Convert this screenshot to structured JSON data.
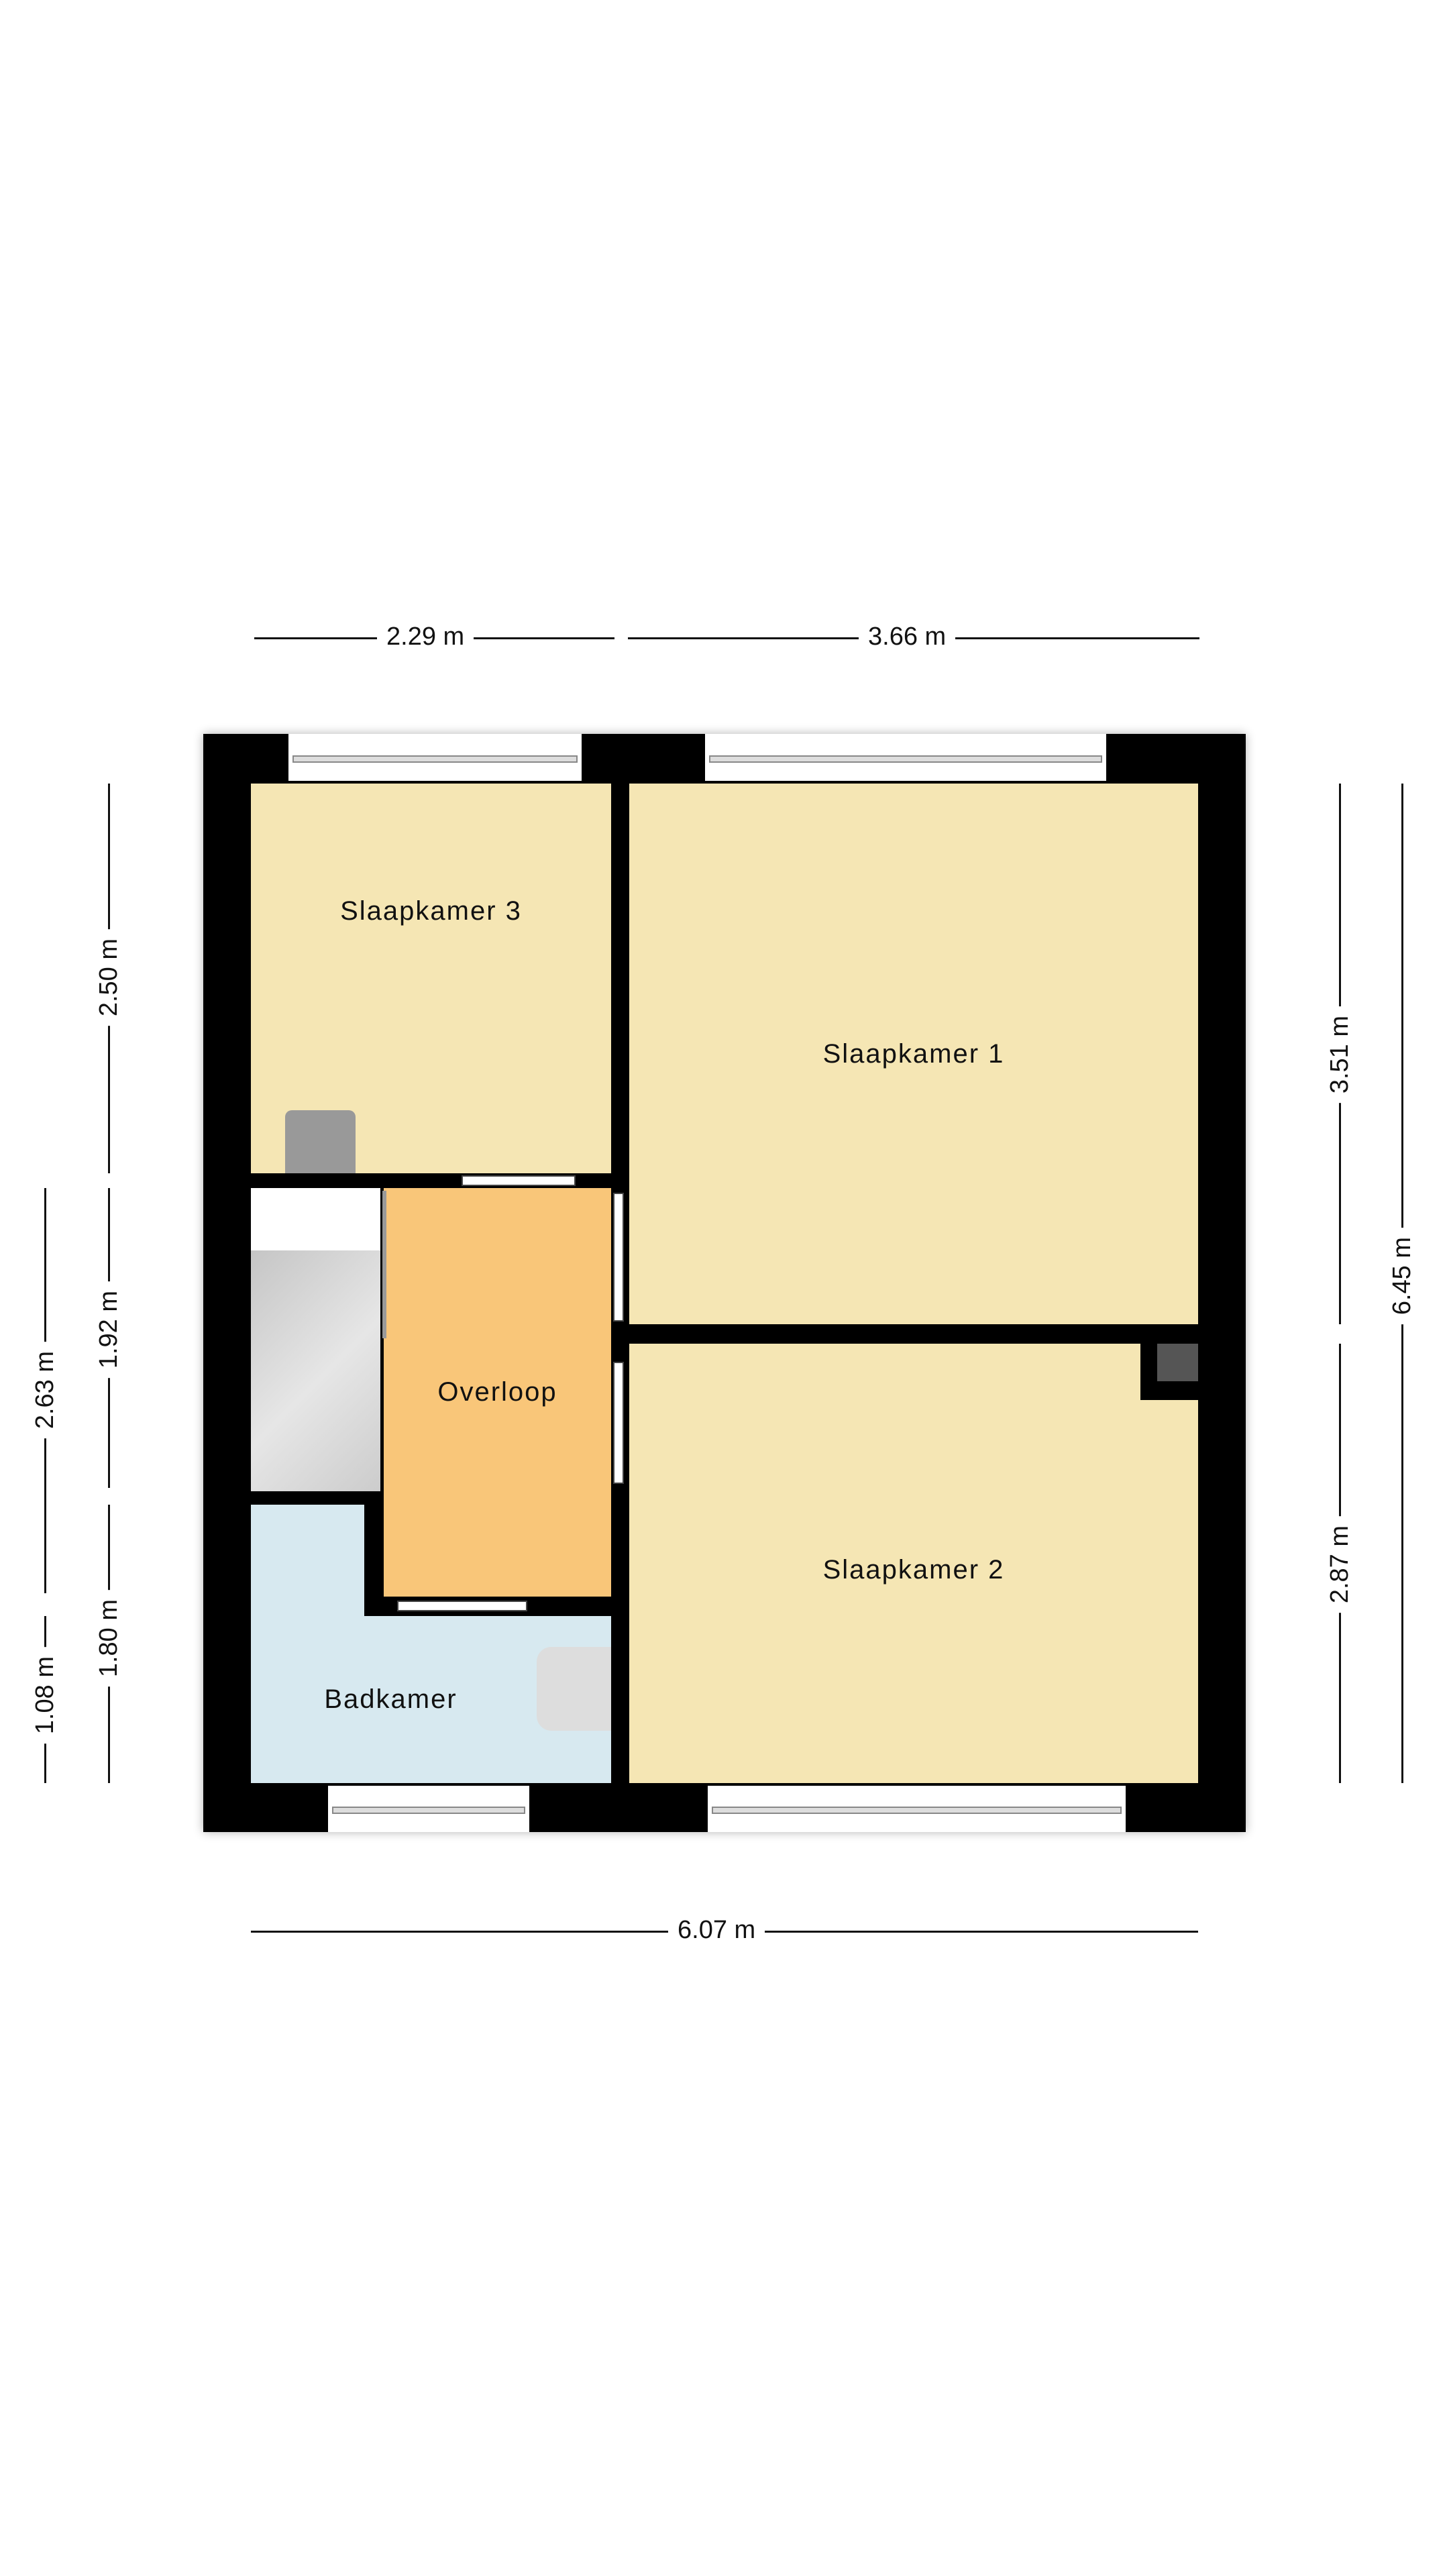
{
  "rooms": {
    "slaapkamer3": "Slaapkamer 3",
    "slaapkamer1": "Slaapkamer 1",
    "slaapkamer2": "Slaapkamer 2",
    "overloop": "Overloop",
    "badkamer": "Badkamer"
  },
  "dimensions": {
    "top_left": "2.29 m",
    "top_right": "3.66 m",
    "bottom": "6.07 m",
    "left_a": "2.50 m",
    "left_b": "1.92 m",
    "left_c": "1.80 m",
    "left_outer_a": "2.63 m",
    "left_outer_b": "1.08 m",
    "right_a": "3.51 m",
    "right_b": "2.87 m",
    "right_total": "6.45 m"
  },
  "colors": {
    "bedroom": "#f5e6b4",
    "landing": "#f9c679",
    "bathroom": "#d7e9f0",
    "wall": "#000000"
  }
}
